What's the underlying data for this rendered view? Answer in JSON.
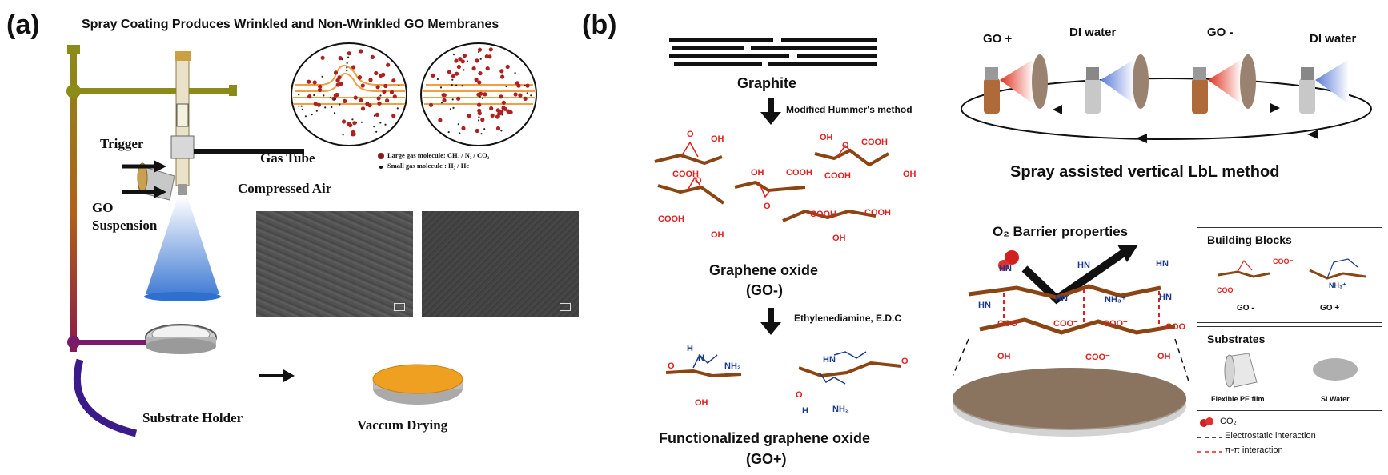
{
  "panel_a": {
    "label": "(a)",
    "title": "Spray Coating Produces Wrinkled and Non-Wrinkled GO Membranes",
    "trigger": "Trigger",
    "gas_tube": "Gas Tube",
    "compressed_air": "Compressed Air",
    "go_suspension_1": "GO",
    "go_suspension_2": "Suspension",
    "substrate_holder": "Substrate Holder",
    "vacuum_drying": "Vaccum Drying",
    "legend_large": "Large gas molecule: CH₄ / N₂ / CO₂",
    "legend_small": "Small gas molecule : H₂ / He"
  },
  "panel_b": {
    "label": "(b)",
    "graphite": "Graphite",
    "hummer": "Modified Hummer's method",
    "graphene_oxide": "Graphene oxide",
    "go_minus": "(GO-)",
    "ethylenediamine": "Ethylenediamine, E.D.C",
    "functionalized": "Functionalized graphene oxide",
    "go_plus": "(GO+)",
    "spray_go_plus": "GO +",
    "spray_di_1": "DI water",
    "spray_go_minus": "GO -",
    "spray_di_2": "DI water",
    "lbl_method": "Spray assisted vertical LbL method",
    "o2_barrier": "O₂ Barrier properties",
    "building_blocks": "Building Blocks",
    "bb_go_minus": "GO -",
    "bb_go_plus": "GO +",
    "substrates": "Substrates",
    "pe_film": "Flexible PE film",
    "si_wafer": "Si Wafer",
    "legend_co2": "CO₂",
    "legend_electrostatic": "Electrostatic interaction",
    "legend_pipi": "π-π interaction"
  },
  "chem": {
    "oh": "OH",
    "o": "O",
    "cooh": "COOH",
    "nh2": "NH₂",
    "nh3": "NH₃⁺",
    "hn": "HN",
    "h": "H",
    "n": "N",
    "coo": "COO⁻"
  },
  "colors": {
    "sheet": "#8b4513",
    "functional_group": "#e02020",
    "amine": "#1a3a8a",
    "olive_pipe": "#8b8b1a",
    "purple_pipe": "#3b1a8a",
    "orange_film": "#f0a020"
  }
}
